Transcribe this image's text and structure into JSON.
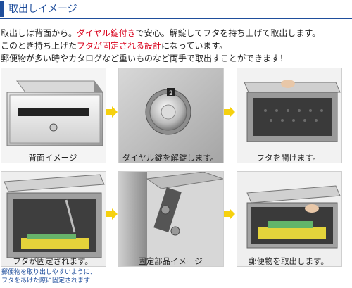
{
  "header": {
    "title": "取出しイメージ"
  },
  "intro": {
    "line1_a": "取出しは背面から。",
    "line1_b": "ダイヤル錠付き",
    "line1_c": "で安心。解錠してフタを持ち上げて取出します。",
    "line2_a": "このとき持ち上げた",
    "line2_b": "フタが固定される設計",
    "line2_c": "になっています。",
    "line3": "郵便物が多い時やカタログなど重いものなど両手で取出すことができます！"
  },
  "steps": [
    {
      "caption": "背面イメージ"
    },
    {
      "caption": "ダイヤル錠を解錠します。"
    },
    {
      "caption": "フタを開けます。"
    },
    {
      "caption": "フタが固定されます。"
    },
    {
      "caption": "固定部品イメージ"
    },
    {
      "caption": "郵便物を取出します。"
    }
  ],
  "dial_number": "2",
  "note": {
    "line1": "郵便物を取り出しやすいように、",
    "line2": "フタをあけた際に固定されます"
  },
  "colors": {
    "accent": "#1f4e9c",
    "highlight": "#d9001b",
    "arrow": "#f6d10e"
  },
  "icons": {
    "step_arrow": "arrow-right-icon"
  }
}
